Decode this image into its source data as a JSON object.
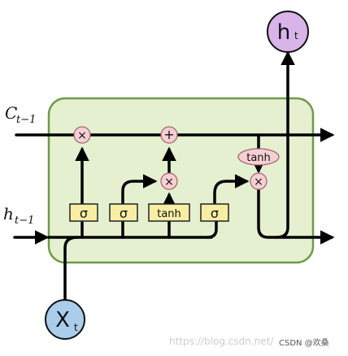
{
  "inputs": {
    "cell_prev": {
      "base": "C",
      "sub": "t−1"
    },
    "hidden_prev": {
      "base": "h",
      "sub": "t−1"
    },
    "x": {
      "base": "X",
      "sub": "t"
    }
  },
  "output": {
    "base": "h",
    "sub": "t"
  },
  "gates": {
    "forget": "σ",
    "input": "σ",
    "candidate": "tanh",
    "output": "σ"
  },
  "ops": {
    "forget_mul": "×",
    "add": "+",
    "input_mul": "×",
    "output_mul": "×",
    "cell_tanh": "tanh"
  },
  "watermark": {
    "url": "https://blog.csdn.net/",
    "tag": "CSDN @欢桑"
  },
  "colors": {
    "cell_fill": "#e4f0cf",
    "cell_stroke": "#6e9a4a",
    "gate_fill": "#f7eea4",
    "op_fill": "#f6cfd3",
    "input_circle": "#a9cdea",
    "output_circle": "#d8b4ea"
  }
}
